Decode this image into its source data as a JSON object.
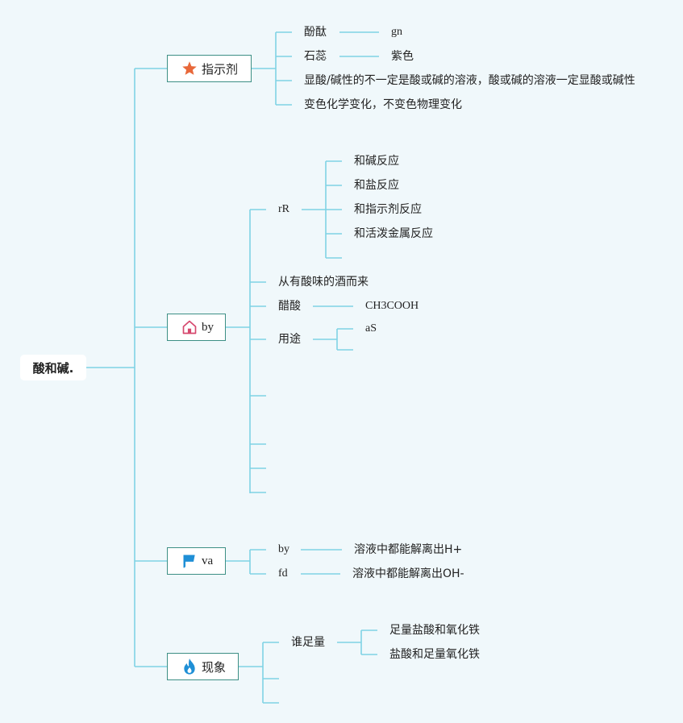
{
  "root": {
    "label": "酸和碱."
  },
  "indicator": {
    "label": "指示剂",
    "icon": "star-icon",
    "phenol": "酚酞",
    "phenol_val": "gn",
    "litmus": "石蕊",
    "litmus_val": "紫色",
    "note1": "显酸/碱性的不一定是酸或碱的溶液，酸或碱的溶液一定显酸或碱性",
    "note2": "变色化学变化，不变色物理变化"
  },
  "acid": {
    "label": "by",
    "icon": "house-icon",
    "rr": "rR",
    "reactions": [
      "和碱反应",
      "和盐反应",
      "和指示剂反应",
      "和活泼金属反应"
    ],
    "origin": "从有酸味的酒而来",
    "vinegar": "醋酸",
    "vinegar_val": "CH3COOH",
    "use": "用途",
    "use_val": "aS"
  },
  "va": {
    "label": "va",
    "icon": "flag-icon",
    "by": "by",
    "by_val": "溶液中都能解离出H+",
    "fd": "fd",
    "fd_val": "溶液中都能解离出OH-"
  },
  "phenomenon": {
    "label": "现象",
    "icon": "flame-icon",
    "excess": "谁足量",
    "items": [
      "足量盐酸和氧化铁",
      "盐酸和足量氧化铁"
    ]
  },
  "colors": {
    "line": "#7fd3e5",
    "box_border": "#3d8f85",
    "star": "#e8683a",
    "house": "#d6486e",
    "flag": "#1f8fd6",
    "flame": "#1f8fd6"
  }
}
